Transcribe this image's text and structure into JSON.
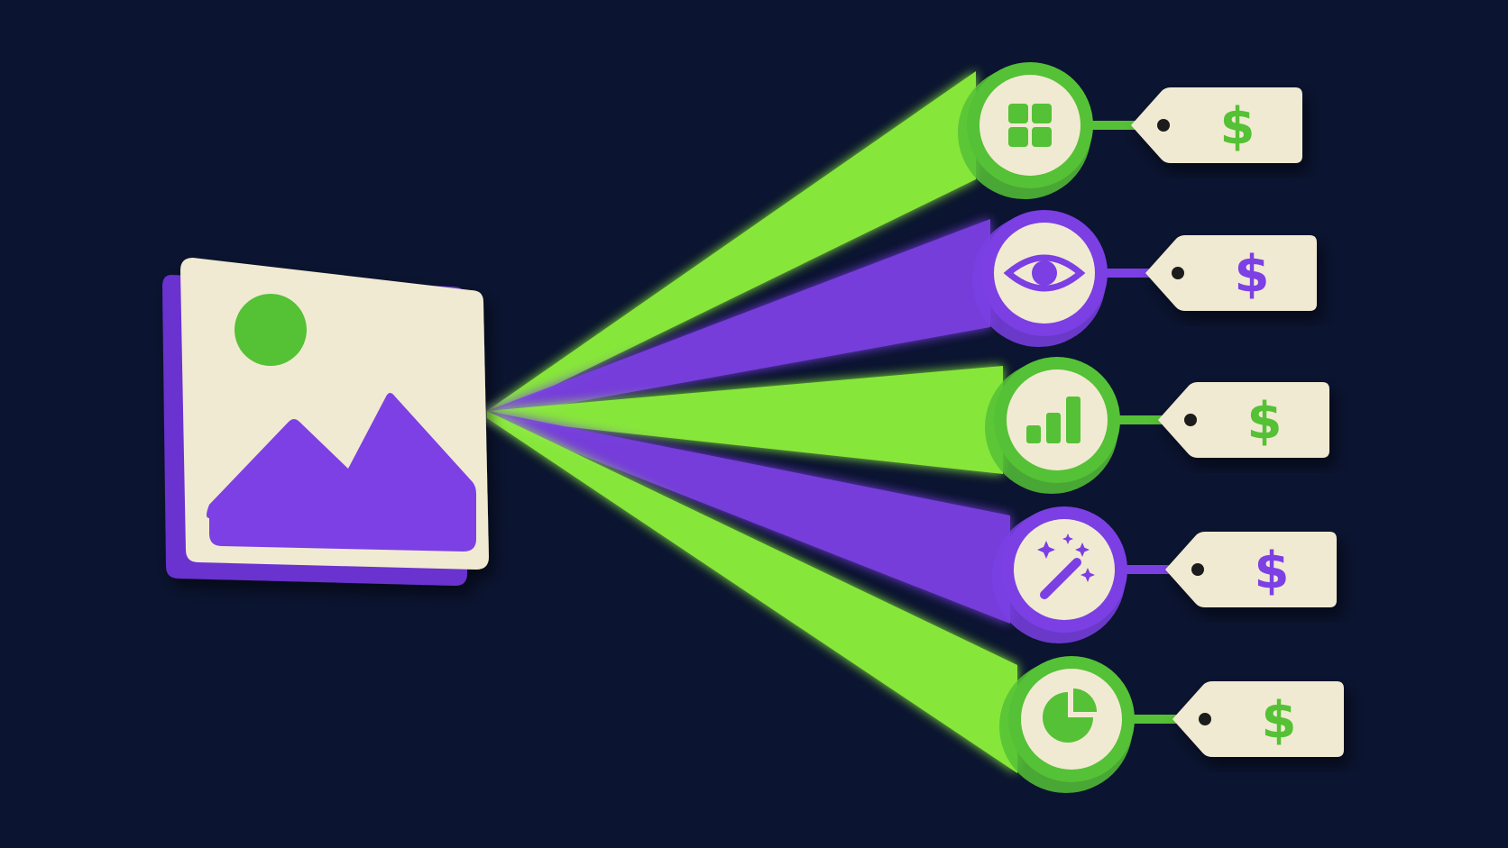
{
  "colors": {
    "background": "#0b1430",
    "green": "#55c136",
    "green_glow": "#8ef23a",
    "purple": "#7b3fe4",
    "cream": "#f1ead2"
  },
  "source_icon": "image-icon",
  "branches": [
    {
      "color": "green",
      "icon": "grid-icon",
      "tag_text": "$",
      "tag_icon": "dollar-icon"
    },
    {
      "color": "purple",
      "icon": "eye-icon",
      "tag_text": "$",
      "tag_icon": "dollar-icon"
    },
    {
      "color": "green",
      "icon": "bar-chart-icon",
      "tag_text": "$",
      "tag_icon": "dollar-icon"
    },
    {
      "color": "purple",
      "icon": "magic-wand-icon",
      "tag_text": "$",
      "tag_icon": "dollar-icon"
    },
    {
      "color": "green",
      "icon": "pie-chart-icon",
      "tag_text": "$",
      "tag_icon": "dollar-icon"
    }
  ]
}
